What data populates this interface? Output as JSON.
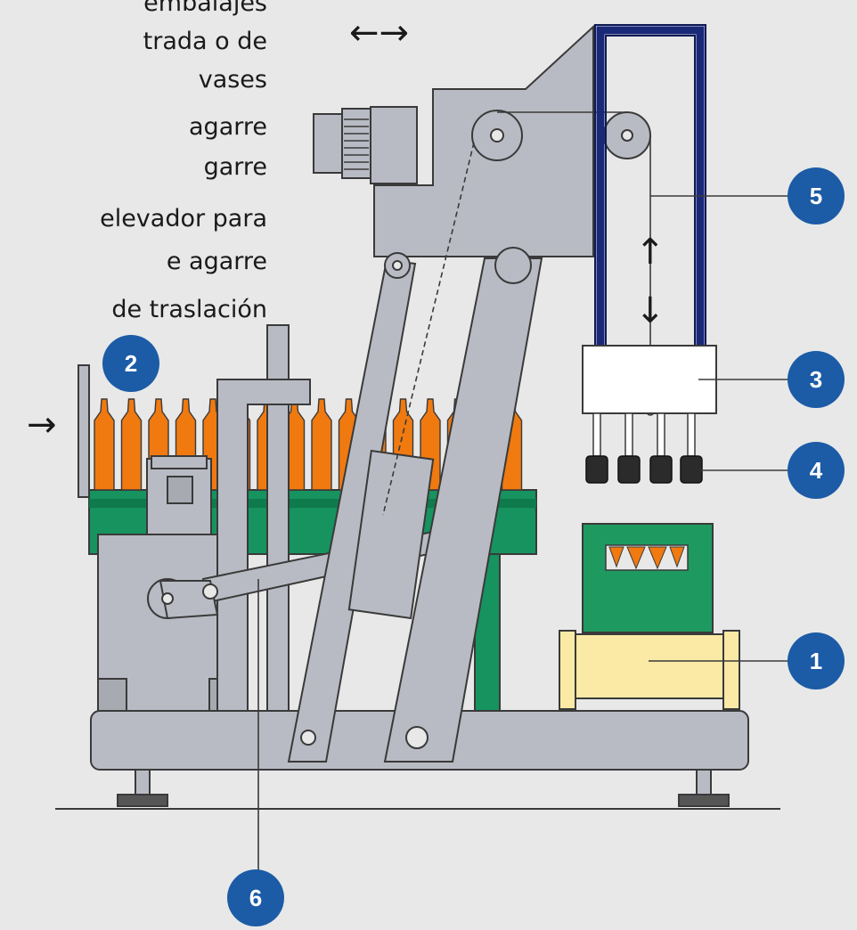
{
  "legend": {
    "lines": [
      "embalajes",
      "trada o de",
      "vases",
      "agarre",
      "garre",
      "elevador para",
      "e agarre",
      "de traslación"
    ]
  },
  "arrows": {
    "horizontal": "←→",
    "infeed": "→",
    "up": "↑",
    "down": "↓"
  },
  "callouts": {
    "c1": "1",
    "c2": "2",
    "c3": "3",
    "c4": "4",
    "c5": "5",
    "c6": "6"
  },
  "colors": {
    "background": "#e8e8e8",
    "machine_gray": "#b9bbc4",
    "outline": "#3a3a3a",
    "conveyor_green": "#16935e",
    "bottle_orange": "#f07a10",
    "crate_green": "#1e9a60",
    "roller_yellow": "#fbeaa6",
    "frame_navy": "#1a2878",
    "badge_blue": "#1c5ba6"
  }
}
